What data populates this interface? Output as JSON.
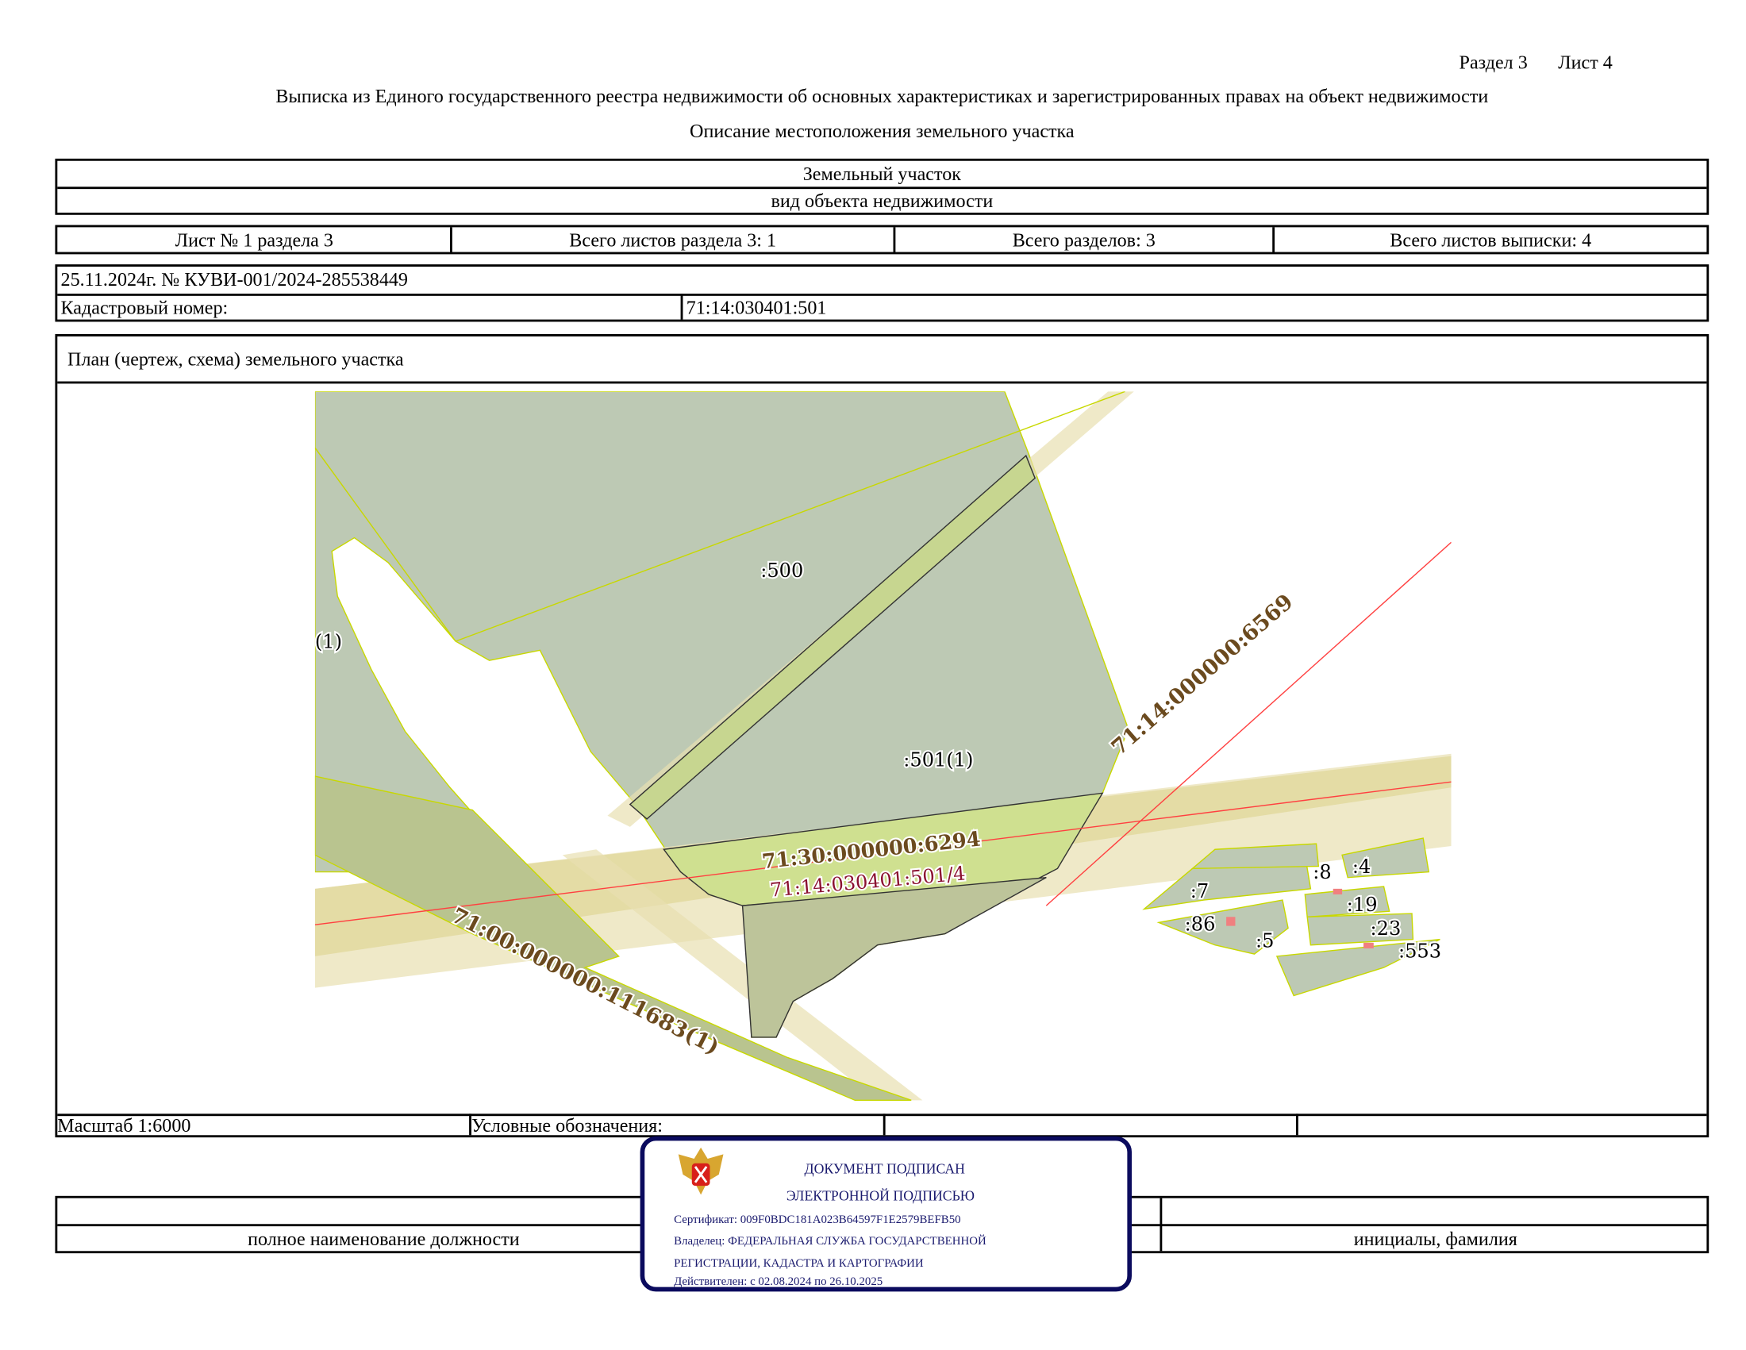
{
  "header": {
    "section": "Раздел 3",
    "sheet": "Лист 4",
    "title": "Выписка из Единого государственного реестра недвижимости об основных характеристиках и зарегистрированных правах на объект недвижимости",
    "subtitle": "Описание местоположения земельного участка"
  },
  "object": {
    "name": "Земельный участок",
    "kind_label": "вид объекта недвижимости"
  },
  "sheets": {
    "sheet_no": "Лист № 1 раздела 3",
    "total_section_sheets": "Всего листов раздела 3: 1",
    "total_sections": "Всего разделов: 3",
    "total_extract_sheets": "Всего листов выписки: 4"
  },
  "record": {
    "date_number": "25.11.2024г. № КУВИ-001/2024-285538449",
    "cadastral_label": "Кадастровый номер:",
    "cadastral_value": "71:14:030401:501"
  },
  "plan": {
    "title": "План (чертеж, схема) земельного участка",
    "scale": "Масштаб 1:6000",
    "legend_label": "Условные обозначения:"
  },
  "map_labels": {
    "p500": ":500",
    "p501": ":501(1)",
    "p1": "(1)",
    "road6569": "71:14:000000:6569",
    "road6294": "71:30:000000:6294",
    "part501_4": "71:14:030401:501/4",
    "road111683": "71:00:000000:111683(1)",
    "p8": ":8",
    "p4": ":4",
    "p7": ":7",
    "p19": ":19",
    "p86": ":86",
    "p23": ":23",
    "p5": ":5",
    "p553": ":553"
  },
  "signature": {
    "position_label": "полное наименование должности",
    "name_label": "инициалы, фамилия"
  },
  "stamp": {
    "line1": "ДОКУМЕНТ ПОДПИСАН",
    "line2": "ЭЛЕКТРОННОЙ ПОДПИСЬЮ",
    "certificate": "Сертификат: 009F0BDC181A023B64597F1E2579BEFB50",
    "owner1": "Владелец: ФЕДЕРАЛЬНАЯ СЛУЖБА ГОСУДАРСТВЕННОЙ",
    "owner2": "РЕГИСТРАЦИИ, КАДАСТРА И КАРТОГРАФИИ",
    "valid": "Действителен: с 02.08.2024 по 26.10.2025",
    "color": "#0b0b5e"
  }
}
